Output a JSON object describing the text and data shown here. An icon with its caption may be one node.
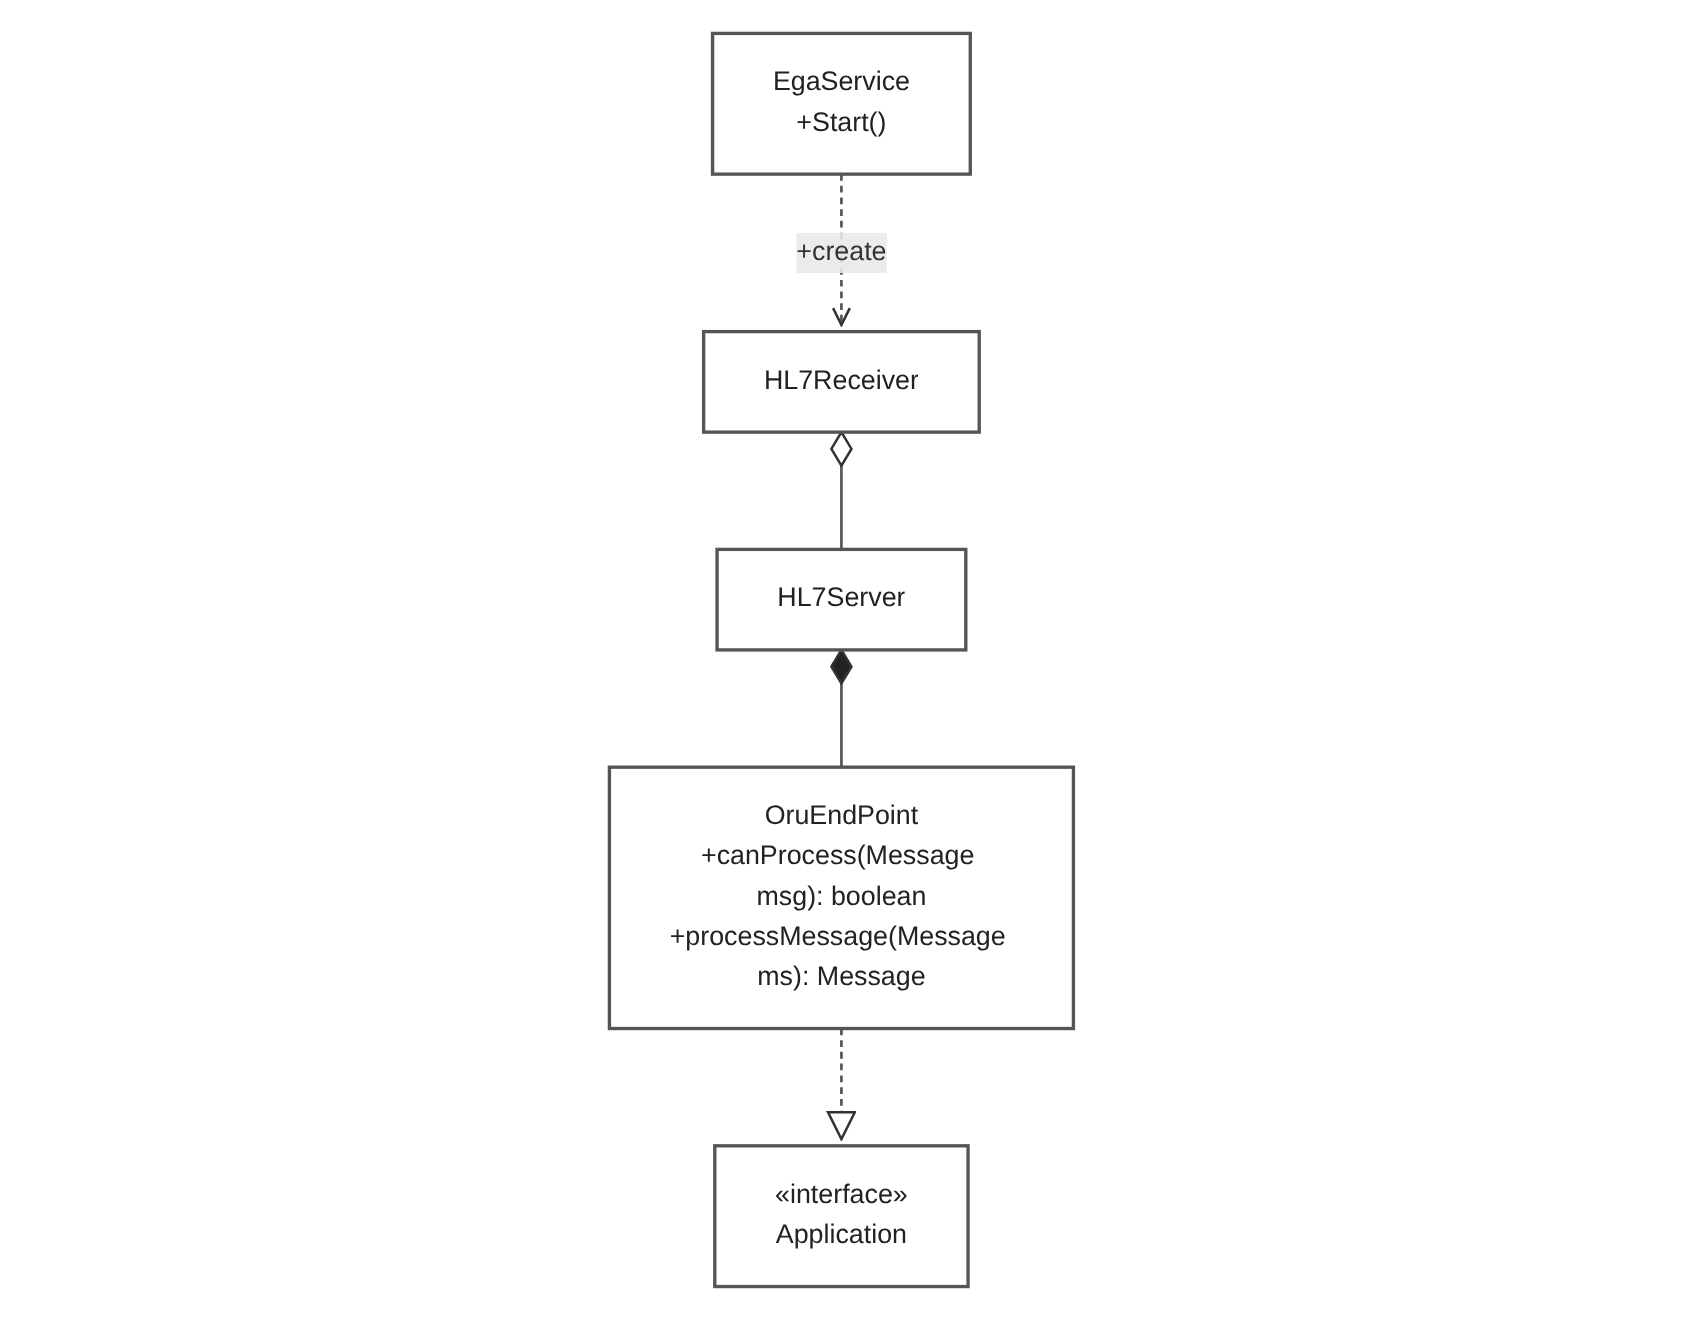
{
  "diagram": {
    "nodes": [
      {
        "text": [
          "EgaService",
          "+Start()"
        ]
      },
      {
        "text": [
          "HL7Receiver"
        ]
      },
      {
        "text": [
          "«interface»",
          "Application"
        ]
      },
      {
        "text": [
          "HL7Server"
        ]
      },
      {
        "text": [
          "OruEndPoint",
          "+canProcess(Message msg): boolean",
          "+processMessage(Message ms): Message"
        ]
      }
    ],
    "edges": [
      {
        "from": 0,
        "to": 1,
        "arrow": "to",
        "label": "+create",
        "style": "dashed"
      },
      {
        "from": 1,
        "to": 3,
        "arrow": "other"
      },
      {
        "from": 3,
        "to": 4,
        "arrow": "other"
      },
      {
        "from": 4,
        "to": 2,
        "arrow": "to",
        "style": "dashed"
      }
    ]
  }
}
